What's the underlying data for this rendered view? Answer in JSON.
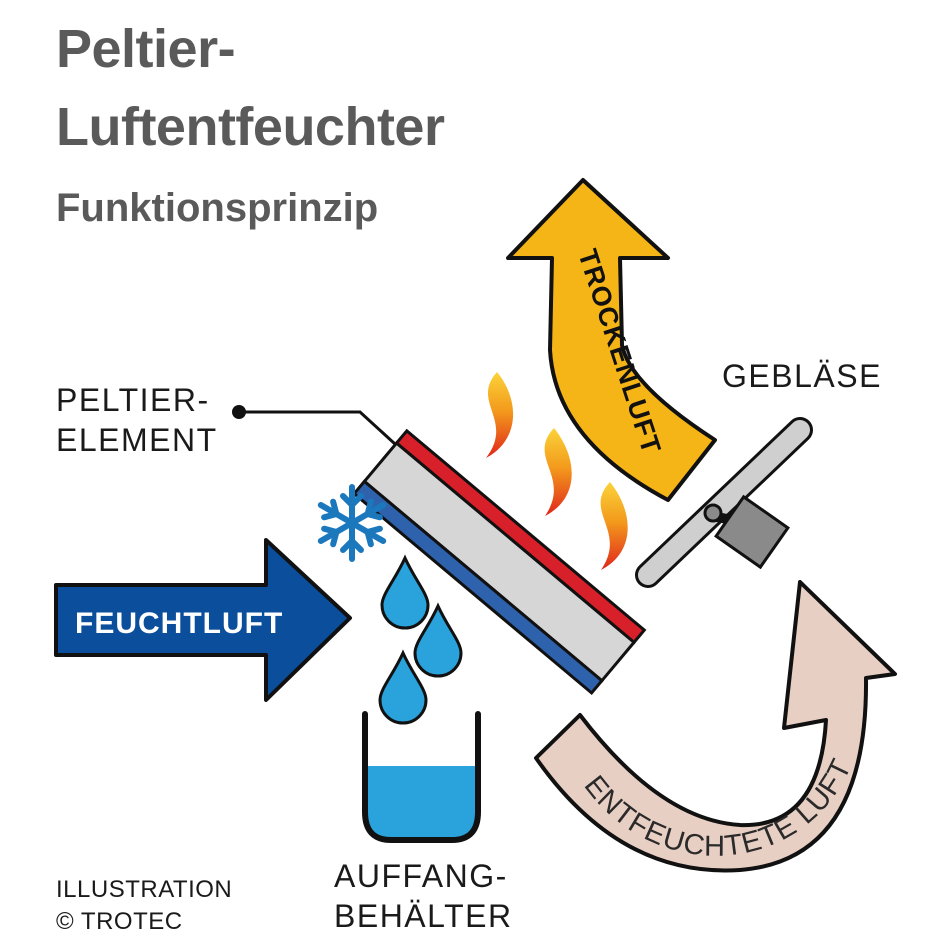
{
  "title": {
    "line1": "Peltier-",
    "line2": "Luftentfeuchter",
    "subtitle": "Funktionsprinzip"
  },
  "labels": {
    "peltier_line1": "PELTIER-",
    "peltier_line2": "ELEMENT",
    "fan": "GEBLÄSE",
    "container_line1": "AUFFANG-",
    "container_line2": "BEHÄLTER",
    "humid_air": "FEUCHTLUFT",
    "dry_air": "TROCKENLUFT",
    "dehumidified_air": "ENTFEUCHTETE LUFT"
  },
  "credit": {
    "line1": "ILLUSTRATION",
    "line2": "© TROTEC"
  },
  "colors": {
    "humid_arrow": "#0b4f9c",
    "dry_arrow": "#f5b517",
    "dehumidified_arrow": "#e8cfc4",
    "hot_side": "#d8202a",
    "cold_side": "#2f62ad",
    "element_body": "#d6d6d6",
    "water": "#2aa2dc",
    "snowflake": "#1b78bd",
    "fan": "#8a8a8a",
    "title": "#5a5a5a"
  }
}
